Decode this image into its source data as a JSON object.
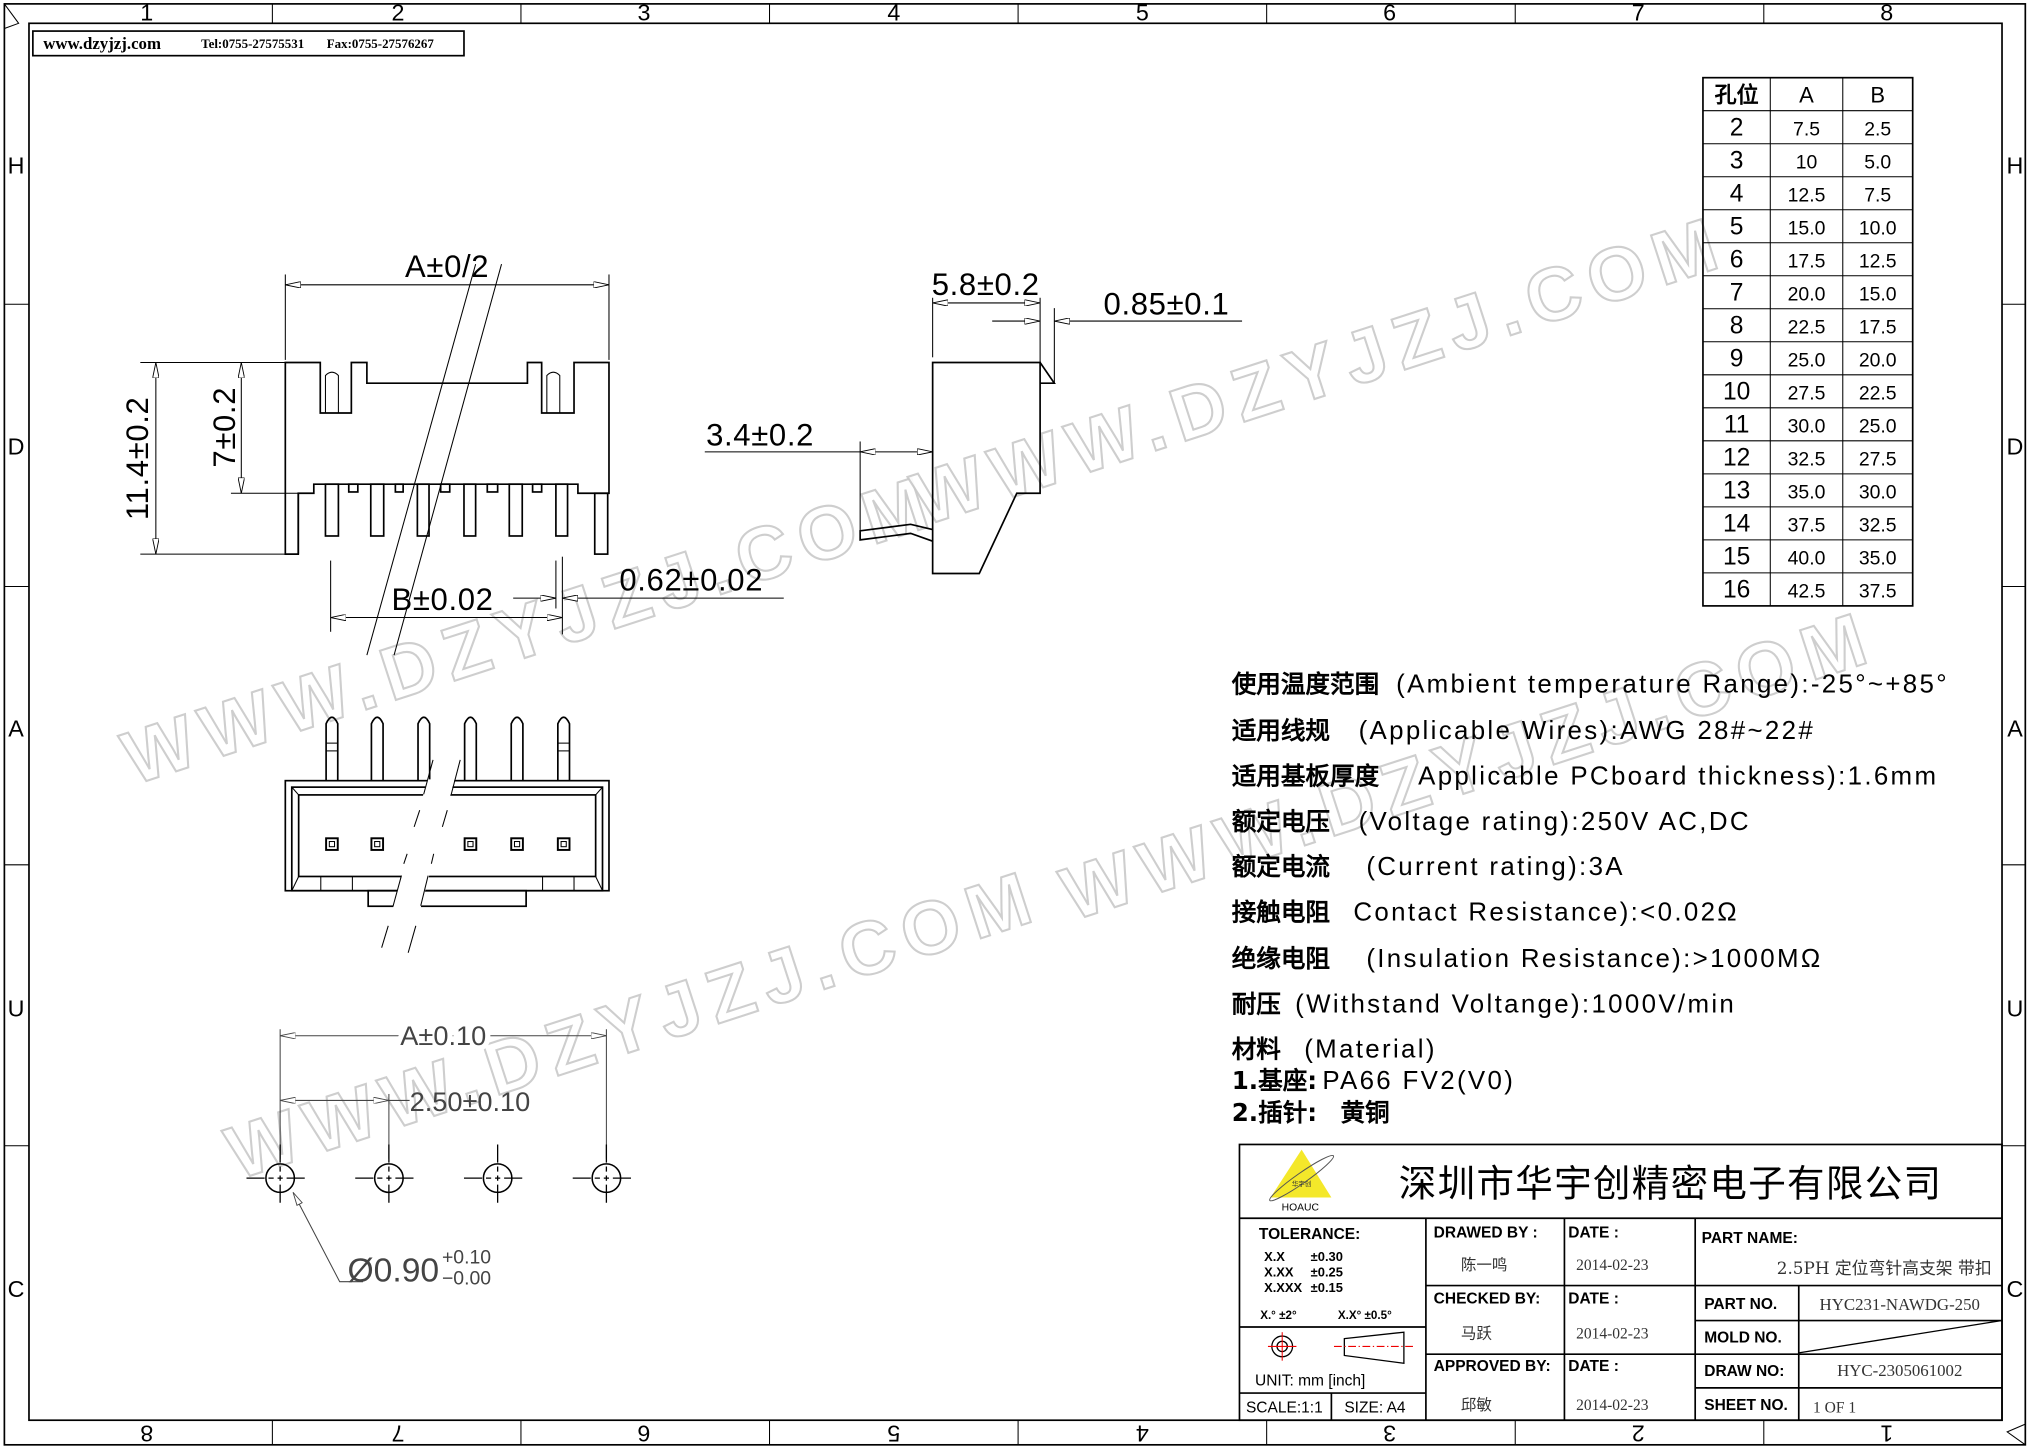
{
  "header": {
    "website": "www.dzyjzj.com",
    "tel": "Tel:0755-27575531",
    "fax": "Fax:0755-27576267"
  },
  "border": {
    "columns": [
      "1",
      "2",
      "3",
      "4",
      "5",
      "6",
      "7",
      "8"
    ],
    "rows": [
      "H",
      "D",
      "A",
      "U",
      "C"
    ]
  },
  "watermark": "WWW.DZYJZJ.COM",
  "front_view": {
    "dim_a": "A±0/2",
    "dim_height": "11.4±0.2",
    "dim_body": "7±0.2",
    "dim_b": "B±0.02",
    "dim_pin": "0.62±0.02"
  },
  "side_view": {
    "dim_depth": "5.8±0.2",
    "dim_latch": "0.85±0.1",
    "dim_pin": "3.4±0.2"
  },
  "pcb_layout": {
    "dim_a": "A±0.10",
    "dim_pitch": "2.50±0.10",
    "hole": "Ø0.90",
    "hole_tol_plus": "+0.10",
    "hole_tol_minus": "−0.00"
  },
  "table": {
    "headers": [
      "孔位",
      "A",
      "B"
    ],
    "rows": [
      [
        "2",
        "7.5",
        "2.5"
      ],
      [
        "3",
        "10",
        "5.0"
      ],
      [
        "4",
        "12.5",
        "7.5"
      ],
      [
        "5",
        "15.0",
        "10.0"
      ],
      [
        "6",
        "17.5",
        "12.5"
      ],
      [
        "7",
        "20.0",
        "15.0"
      ],
      [
        "8",
        "22.5",
        "17.5"
      ],
      [
        "9",
        "25.0",
        "20.0"
      ],
      [
        "10",
        "27.5",
        "22.5"
      ],
      [
        "11",
        "30.0",
        "25.0"
      ],
      [
        "12",
        "32.5",
        "27.5"
      ],
      [
        "13",
        "35.0",
        "30.0"
      ],
      [
        "14",
        "37.5",
        "32.5"
      ],
      [
        "15",
        "40.0",
        "35.0"
      ],
      [
        "16",
        "42.5",
        "37.5"
      ]
    ]
  },
  "specs": [
    {
      "cn": "使用温度范围",
      "en": "(Ambient temperature Range):-25°~+85°"
    },
    {
      "cn": "适用线规",
      "en": "(Applicable Wires):AWG 28#~22#"
    },
    {
      "cn": "适用基板厚度",
      "en": "Applicable PCboard thickness):1.6mm"
    },
    {
      "cn": "额定电压",
      "en": "(Voltage rating):250V AC,DC"
    },
    {
      "cn": "额定电流",
      "en": "(Current rating):3A"
    },
    {
      "cn": "接触电阻",
      "en": "Contact Resistance):<0.02Ω"
    },
    {
      "cn": "绝缘电阻",
      "en": "(Insulation Resistance):>1000MΩ"
    },
    {
      "cn": "耐压",
      "en": "(Withstand Voltange):1000V/min"
    },
    {
      "cn": "材料",
      "en": "(Material)"
    },
    {
      "cn": "1.基座:",
      "en": "PA66 FV2(V0)"
    },
    {
      "cn": "2.插针:",
      "en": "黄铜"
    }
  ],
  "title_block": {
    "company": "深圳市华宇创精密电子有限公司",
    "logo_text": "华宇创",
    "logo_brand": "HOAUC",
    "tolerance_label": "TOLERANCE:",
    "tolerances": [
      [
        "X.X",
        "±0.30"
      ],
      [
        "X.XX",
        "±0.25"
      ],
      [
        "X.XXX",
        "±0.15"
      ]
    ],
    "angle_tol_1": "X.° ±2°",
    "angle_tol_2": "X.X° ±0.5°",
    "unit": "UNIT:  mm  [inch]",
    "scale": "SCALE:1:1",
    "size": "SIZE:  A4",
    "drawed_by_label": "DRAWED BY :",
    "drawed_by": "陈一鸣",
    "checked_by_label": "CHECKED BY:",
    "checked_by": "马跃",
    "approved_by_label": "APPROVED BY:",
    "approved_by": "邱敏",
    "date_label": "DATE :",
    "drawed_date": "2014-02-23",
    "checked_date": "2014-02-23",
    "approved_date": "2014-02-23",
    "part_name_label": "PART NAME:",
    "part_name": "2.5PH 定位弯针高支架 带扣",
    "part_no_label": "PART NO.",
    "part_no": "HYC231-NAWDG-250",
    "mold_no_label": "MOLD NO.",
    "draw_no_label": "DRAW NO:",
    "draw_no": "HYC-2305061002",
    "sheet_no_label": "SHEET NO.",
    "sheet_no": "1  OF  1"
  }
}
